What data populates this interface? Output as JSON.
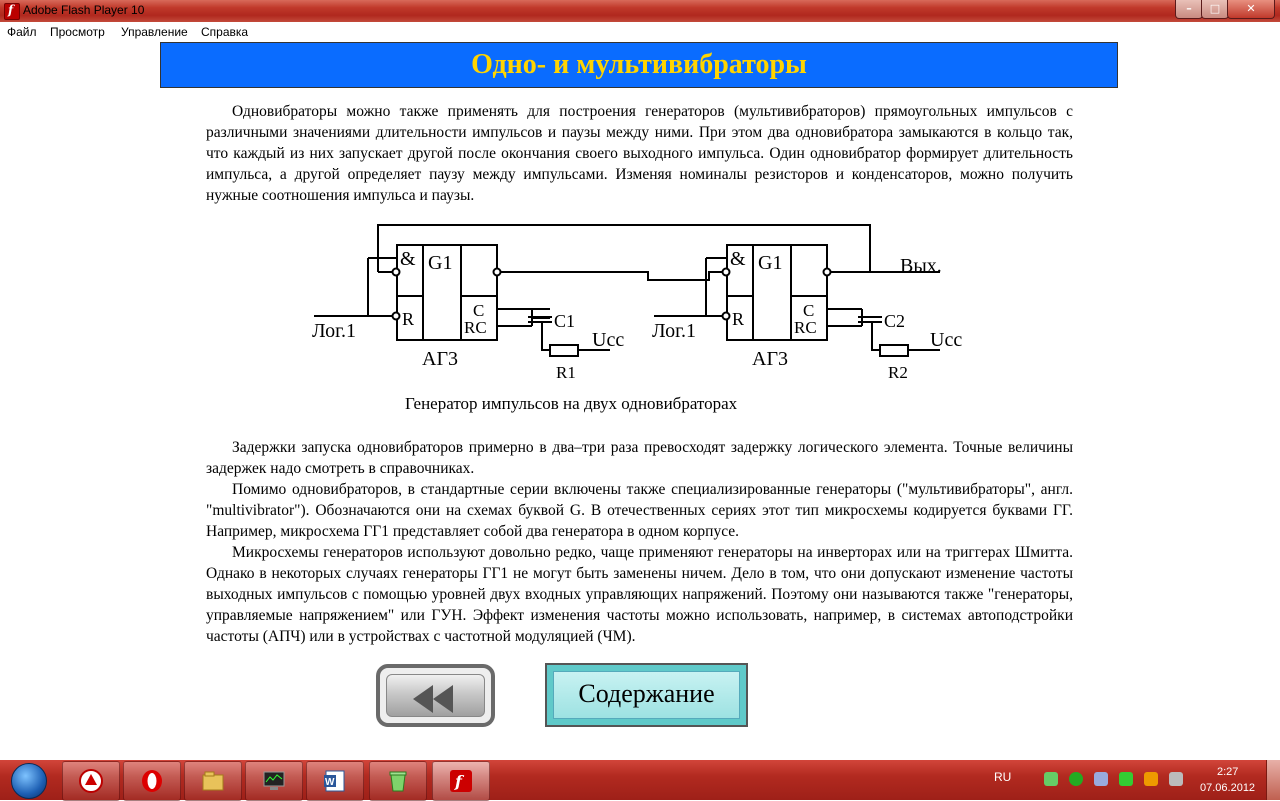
{
  "window": {
    "title": "Adobe Flash Player 10",
    "minimize": "–",
    "maximize": "□",
    "close": "✕",
    "icon": "flash-icon"
  },
  "menu": [
    "Файл",
    "Просмотр",
    "Управление",
    "Справка"
  ],
  "header": {
    "title": "Одно- и мультивибраторы"
  },
  "paragraphs": {
    "p1": "Одновибраторы можно также применять для построения генераторов (мультивибраторов) прямоугольных импульсов с различными значениями длительности импульсов и паузы между ними. При этом два одновибратора замыкаются в кольцо так, что каждый из них запускает другой после окончания своего выходного импульса. Один одновибратор формирует длительность импульса, а другой определяет паузу между импульсами. Изменяя номиналы резисторов и конденсаторов, можно получить нужные соотношения импульса и паузы.",
    "p2": "Задержки запуска одновибраторов примерно в два–три раза превосходят задержку логического элемента. Точные величины задержек надо смотреть в справочниках.",
    "p3": "Помимо одновибраторов, в стандартные серии включены также специализированные генераторы (\"мультивибраторы\", англ. \"multivibrator\"). Обозначаются они на схемах буквой G. В отечественных сериях этот тип микросхемы кодируется буквами ГГ. Например, микросхема ГГ1 представляет собой два генератора в одном корпусе.",
    "p4": "Микросхемы генераторов используют довольно редко, чаще применяют генераторы на инверторах или на триггерах Шмитта. Однако в некоторых случаях генераторы ГГ1 не могут быть заменены ничем. Дело в том, что они допускают изменение частоты выходных импульсов с помощью уровней двух входных управляющих напряжений. Поэтому они называются также \"генераторы, управляемые напряжением\" или ГУН. Эффект изменения частоты можно использовать, например, в системах автоподстройки частоты (АПЧ) или в устройствах с частотной модуляцией (ЧМ)."
  },
  "circuit": {
    "left": {
      "and": "&",
      "gen": "G1",
      "r": "R",
      "c": "C",
      "rc": "RC",
      "cap": "C1",
      "res": "R1",
      "vcc": "Ucc",
      "input": "Лог.1",
      "chip": "АГ3"
    },
    "right": {
      "and": "&",
      "gen": "G1",
      "r": "R",
      "c": "C",
      "rc": "RC",
      "cap": "C2",
      "res": "R2",
      "vcc": "Ucc",
      "input": "Лог.1",
      "chip": "АГ3",
      "out": "Вых."
    },
    "caption": "Генератор импульсов на двух одновибраторах"
  },
  "nav": {
    "back_icon": "rewind-icon",
    "contents_label": "Содержание"
  },
  "taskbar": {
    "apps": [
      "browser-icon",
      "opera-icon",
      "explorer-icon",
      "monitor-icon",
      "word-icon",
      "recycle-icon",
      "flash-icon"
    ],
    "lang": "RU",
    "time": "2:27",
    "date": "07.06.2012"
  }
}
